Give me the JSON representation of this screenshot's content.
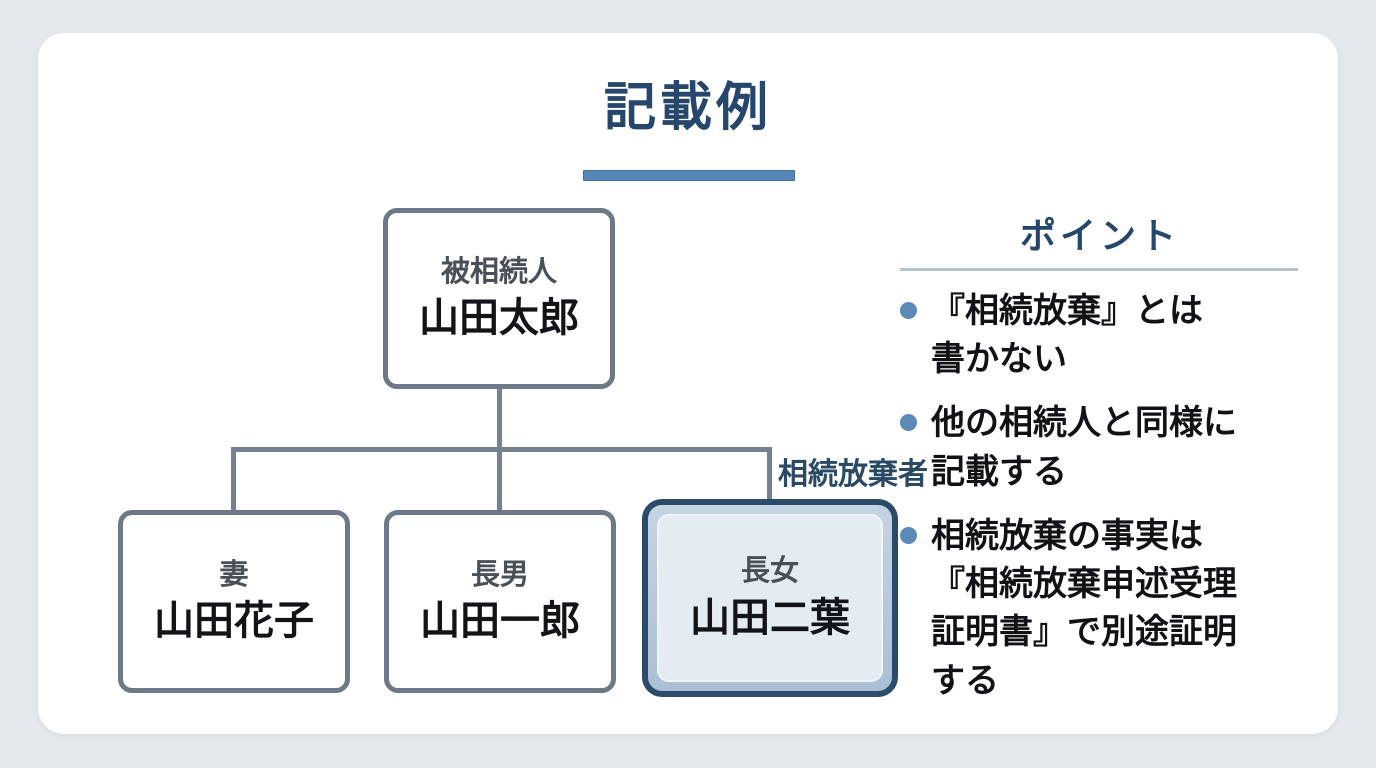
{
  "title": {
    "text": "記載例"
  },
  "diagram": {
    "deceased": {
      "role": "被相続人",
      "name": "山田太郎"
    },
    "heirs": [
      {
        "role": "妻",
        "name": "山田花子",
        "highlighted": false
      },
      {
        "role": "長男",
        "name": "山田一郎",
        "highlighted": false
      },
      {
        "role": "長女",
        "name": "山田二葉",
        "highlighted": true
      }
    ],
    "renounce_label": "相続放棄者"
  },
  "points": {
    "heading": "ポイント",
    "items": [
      {
        "text": "『相続放棄』とは\n書かない"
      },
      {
        "text": "他の相続人と同様に\n記載する"
      },
      {
        "text": "相続放棄の事実は\n『相続放棄申述受理\n証明書』で別途証明\nする"
      }
    ]
  },
  "colors": {
    "background": "#e5e9ed",
    "card": "#ffffff",
    "title_navy": "#27466b",
    "accent_blue": "#5586b8",
    "connector_gray": "#75818e",
    "box_border_gray": "#6d7986",
    "highlight_border": "#2c4b6b",
    "highlight_fill": "#e3ebf3",
    "bullet_blue": "#5b8ab8",
    "text_black": "#101215",
    "role_gray": "#4a5057"
  }
}
